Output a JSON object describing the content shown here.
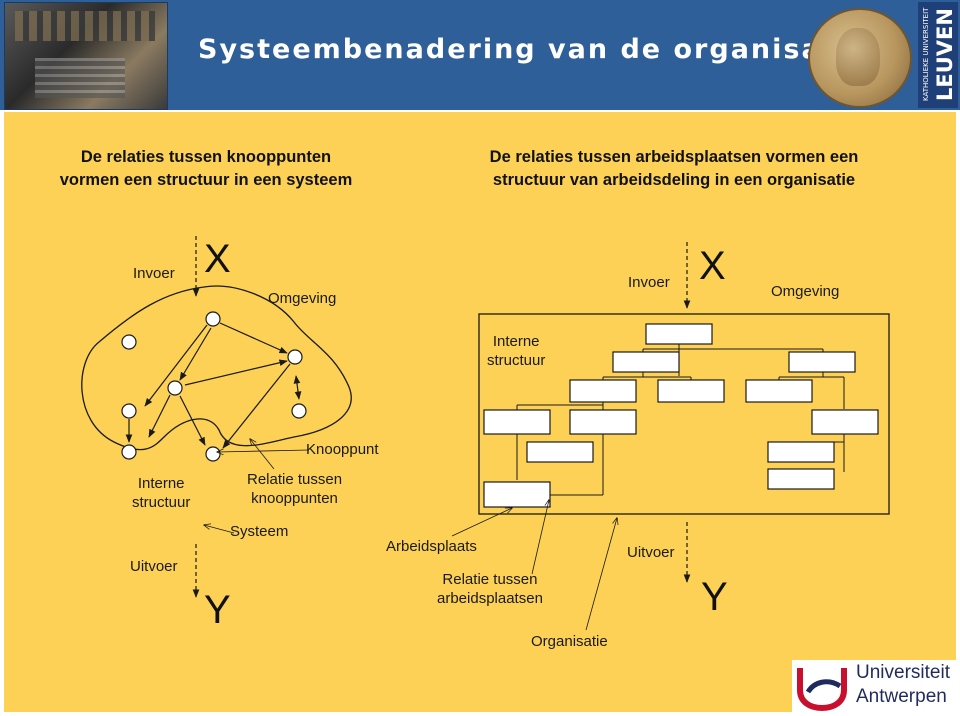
{
  "header": {
    "title": "Systeembenadering van de organisatie",
    "kul_small": "KATHOLIEKE UNIVERSITEIT",
    "kul_big": "LEUVEN"
  },
  "left_panel": {
    "heading_line1": "De relaties tussen knooppunten",
    "heading_line2": "vormen een structuur in een systeem",
    "input_label": "Invoer",
    "input_symbol": "X",
    "environment_label": "Omgeving",
    "node_label": "Knooppunt",
    "internal_structure_line1": "Interne",
    "internal_structure_line2": "structuur",
    "relation_line1": "Relatie tussen",
    "relation_line2": "knooppunten",
    "system_label": "Systeem",
    "output_label": "Uitvoer",
    "output_symbol": "Y"
  },
  "right_panel": {
    "heading_line1": "De relaties tussen arbeidsplaatsen vormen een",
    "heading_line2": "structuur van arbeidsdeling in een organisatie",
    "input_label": "Invoer",
    "input_symbol": "X",
    "environment_label": "Omgeving",
    "internal_structure_line1": "Interne",
    "internal_structure_line2": "structuur",
    "workplace_label": "Arbeidsplaats",
    "relation_line1": "Relatie tussen",
    "relation_line2": "arbeidsplaatsen",
    "organization_label": "Organisatie",
    "output_label": "Uitvoer",
    "output_symbol": "Y"
  },
  "footer": {
    "uni_line1": "Universiteit",
    "uni_line2": "Antwerpen"
  },
  "colors": {
    "header_bg": "#2f5f99",
    "content_bg": "#fcd155",
    "box_fill": "#ffffff",
    "line": "#1a1a1a"
  }
}
